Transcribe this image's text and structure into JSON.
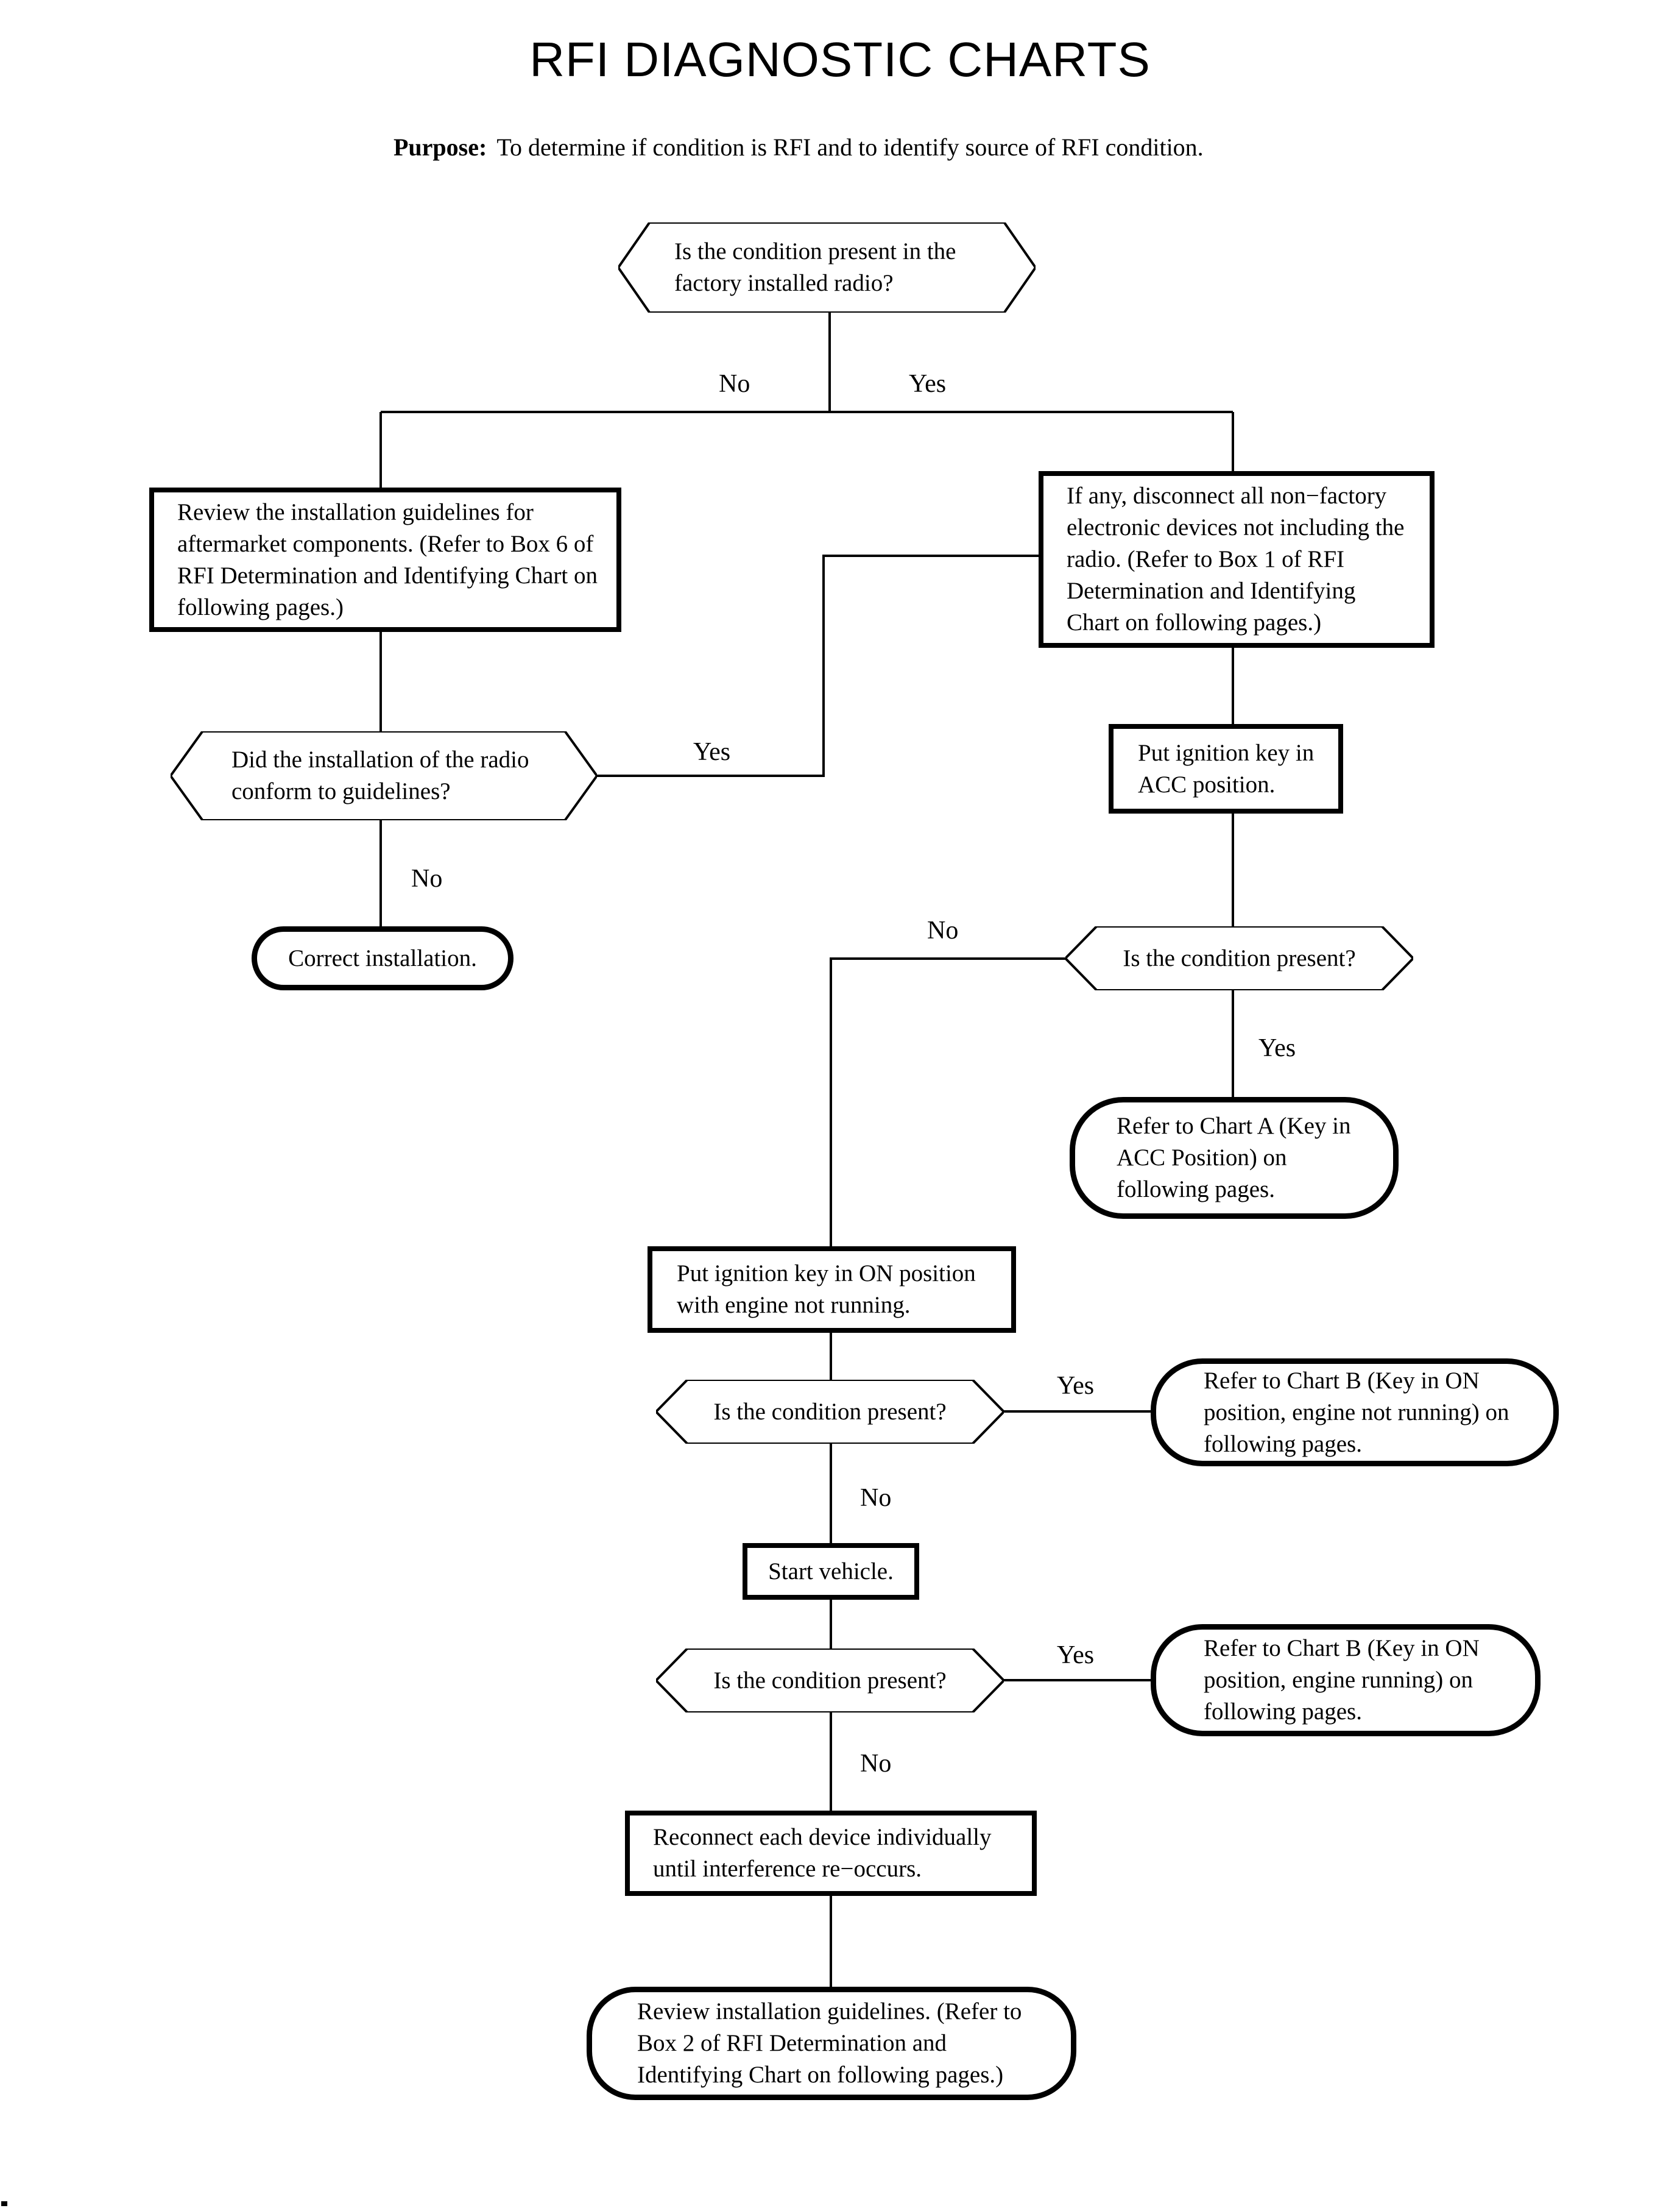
{
  "title": "RFI DIAGNOSTIC CHARTS",
  "purpose": {
    "label": "Purpose:",
    "text": "To determine if condition is RFI and to identify source of RFI condition."
  },
  "labels": {
    "yes": "Yes",
    "no": "No"
  },
  "nodes": {
    "q_factory_radio": "Is the condition present in the factory installed radio?",
    "review_guidelines": "Review the installation guidelines for aftermarket components. (Refer to Box 6 of RFI Determination and Identifying Chart on following pages.)",
    "disconnect_devices": "If any, disconnect all non−factory electronic devices not including the radio. (Refer to Box 1 of RFI Determination and Identifying Chart on following pages.)",
    "q_conform": "Did the installation of the radio conform to guidelines?",
    "correct_installation": "Correct installation.",
    "key_acc": "Put ignition key in ACC position.",
    "q_present_acc": "Is the condition present?",
    "chart_a": "Refer to Chart A (Key in ACC Position) on following pages.",
    "key_on": "Put ignition key in ON position with engine not running.",
    "q_present_on": "Is the condition present?",
    "chart_b_not_running": "Refer to Chart B (Key in ON position, engine not running) on following pages.",
    "start_vehicle": "Start vehicle.",
    "q_present_running": "Is the condition present?",
    "chart_b_running": "Refer to Chart B (Key in ON position, engine running) on following pages.",
    "reconnect_devices": "Reconnect each device individually until interference re−occurs.",
    "review_box2": "Review installation guidelines. (Refer to Box 2 of RFI Determination and Identifying Chart on following pages.)"
  }
}
